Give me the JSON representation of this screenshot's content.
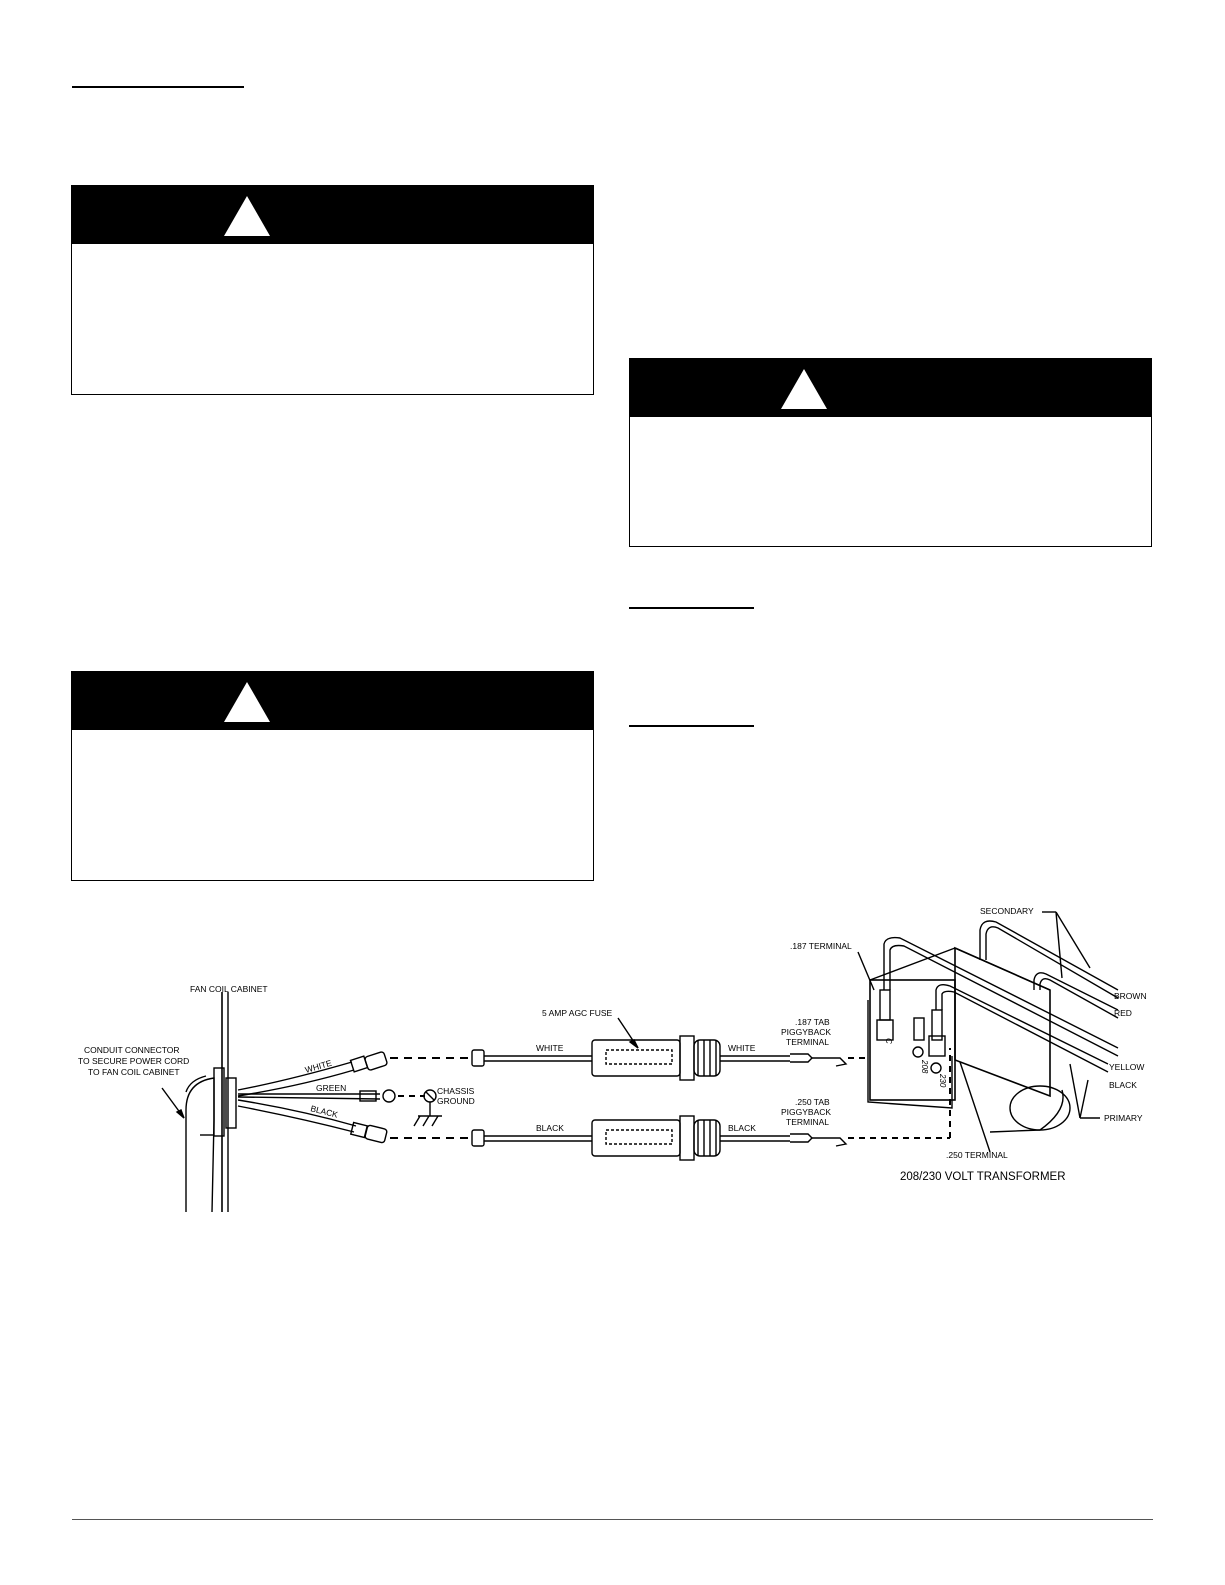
{
  "diagram": {
    "labels": {
      "secondary": "SECONDARY",
      "terminal_187": ".187 TERMINAL",
      "brown": "BROWN",
      "red": "RED",
      "yellow": "YELLOW",
      "black_primary": "BLACK",
      "primary": "PRIMARY",
      "fan_coil_cabinet": "FAN COIL CABINET",
      "fuse": "5 AMP AGC FUSE",
      "tab_187_l1": ".187 TAB",
      "tab_187_l2": "PIGGYBACK",
      "tab_187_l3": "TERMINAL",
      "tab_250_l1": ".250 TAB",
      "tab_250_l2": "PIGGYBACK",
      "tab_250_l3": "TERMINAL",
      "conduit_l1": "CONDUIT CONNECTOR",
      "conduit_l2": "TO SECURE POWER CORD",
      "conduit_l3": "TO FAN COIL CABINET",
      "white_wire": "WHITE",
      "green_wire": "GREEN",
      "black_wire": "BLACK",
      "white_lead_left": "WHITE",
      "white_lead_right": "WHITE",
      "black_lead_left": "BLACK",
      "black_lead_right": "BLACK",
      "chassis_l1": "CHASSIS",
      "chassis_l2": "GROUND",
      "terminal_250": ".250 TERMINAL",
      "transformer": "208/230 VOLT TRANSFORMER",
      "tap_c": "C",
      "tap_208": "208",
      "tap_230": "230"
    }
  }
}
